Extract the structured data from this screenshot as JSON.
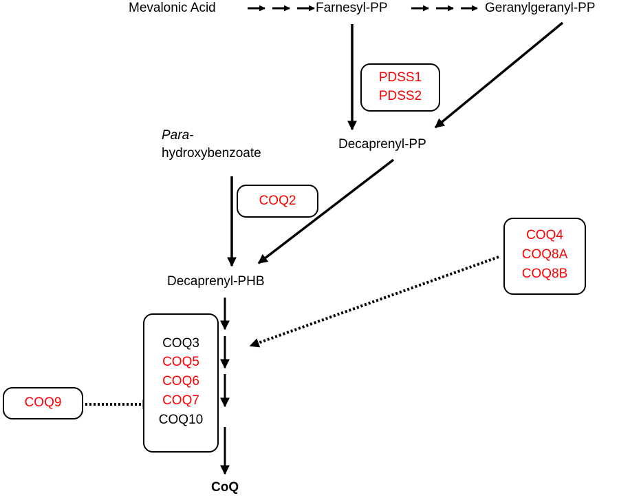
{
  "colors": {
    "enzyme": "#ff0000",
    "text": "#000000",
    "arrow": "#000000"
  },
  "metabolites": {
    "mevalonic_acid": "Mevalonic Acid",
    "farnesyl_pp": "Farnesyl-PP",
    "geranylgeranyl_pp": "Geranylgeranyl-PP",
    "decaprenyl_pp": "Decaprenyl-PP",
    "para_prefix": "Para-",
    "hydroxybenzoate": "hydroxybenzoate",
    "decaprenyl_phb": "Decaprenyl-PHB",
    "coq": "CoQ"
  },
  "enzymes": {
    "pdss1": "PDSS1",
    "pdss2": "PDSS2",
    "coq2": "COQ2",
    "coq4": "COQ4",
    "coq8a": "COQ8A",
    "coq8b": "COQ8B",
    "coq3": "COQ3",
    "coq5": "COQ5",
    "coq6": "COQ6",
    "coq7": "COQ7",
    "coq10": "COQ10",
    "coq9": "COQ9"
  }
}
